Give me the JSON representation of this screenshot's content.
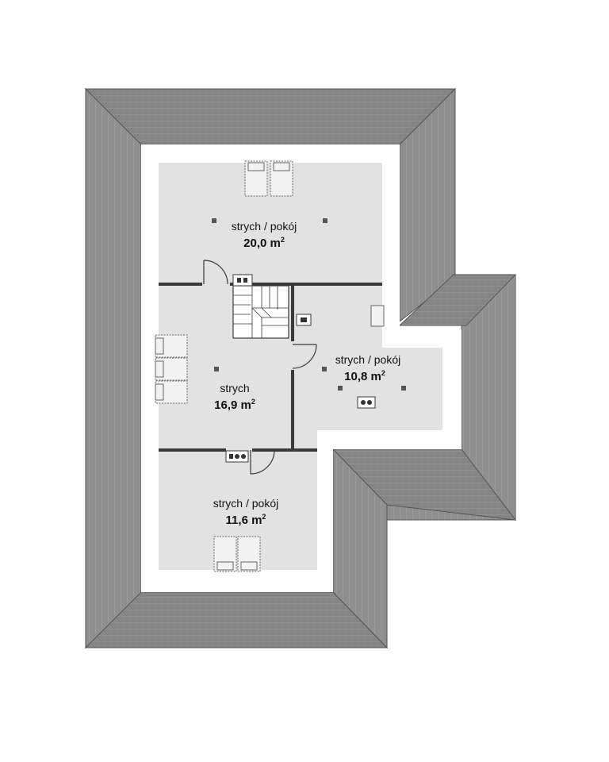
{
  "plan": {
    "colors": {
      "roof": "#8f8f8f",
      "roof_dark": "#7c7c7c",
      "floor": "#e2e2e2",
      "wall": "#3a3a3a",
      "background": "#ffffff"
    },
    "rooms": [
      {
        "id": "room-north",
        "name": "strych / pokój",
        "area": "20,0 m",
        "sup": "2"
      },
      {
        "id": "room-hall",
        "name": "strych",
        "area": "16,9 m",
        "sup": "2"
      },
      {
        "id": "room-east",
        "name": "strych / pokój",
        "area": "10,8 m",
        "sup": "2"
      },
      {
        "id": "room-south",
        "name": "strych / pokój",
        "area": "11,6 m",
        "sup": "2"
      }
    ]
  }
}
